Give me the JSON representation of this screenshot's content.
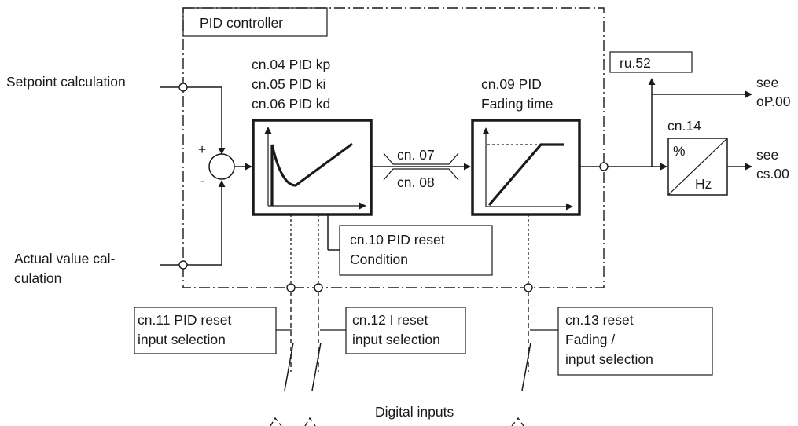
{
  "diagram": {
    "frame_title": "PID controller",
    "inputs": {
      "setpoint": "Setpoint calculation",
      "actual_line1": "Actual value cal-",
      "actual_line2": "culation"
    },
    "summing": {
      "plus": "+",
      "minus": "-"
    },
    "pid_block": {
      "line1": "cn.04 PID kp",
      "line2": "cn.05 PID ki",
      "line3": "cn.06 PID kd"
    },
    "limits": {
      "upper": "cn. 07",
      "lower": "cn. 08"
    },
    "fading_block": {
      "line1": "cn.09 PID",
      "line2": "Fading time"
    },
    "reset_condition": {
      "line1": "cn.10 PID reset",
      "line2": "Condition"
    },
    "converter": {
      "label": "cn.14",
      "top": "%",
      "bottom": "Hz"
    },
    "monitor": {
      "label": "ru.52"
    },
    "outputs": {
      "op_see": "see",
      "op_target": "oP.00",
      "cs_see": "see",
      "cs_target": "cs.00"
    },
    "selectors": {
      "pid_reset_line1": "cn.11 PID reset",
      "pid_reset_line2": "input selection",
      "i_reset_line1": "cn.12 I reset",
      "i_reset_line2": "input selection",
      "fading_reset_line1": "cn.13 reset",
      "fading_reset_line2": "Fading /",
      "fading_reset_line3": "input selection"
    },
    "digital_inputs": "Digital inputs"
  }
}
